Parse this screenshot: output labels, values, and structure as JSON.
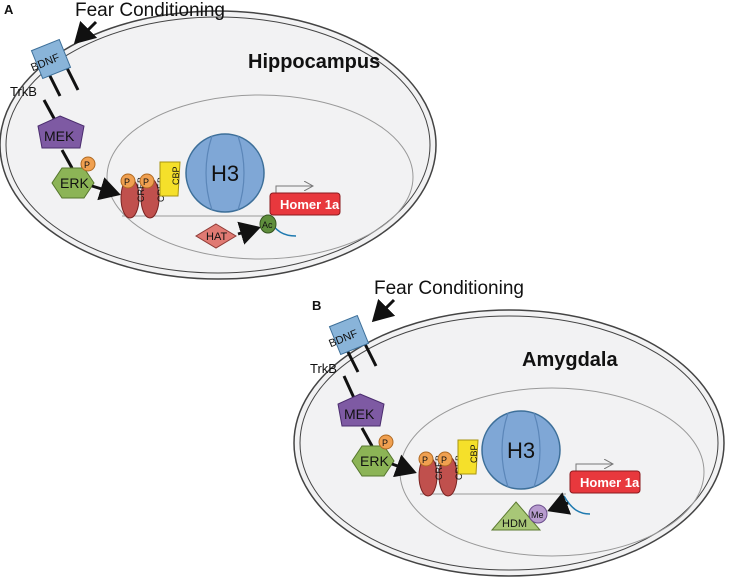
{
  "colors": {
    "cell_fill": "#f2f2f3",
    "membrane": "#444444",
    "nucleus_line": "#999999",
    "bdnf": "#89b4d9",
    "mek": "#7e5aa3",
    "erk": "#8cb456",
    "phospho": "#f0a050",
    "creb": "#c0504d",
    "cbp": "#f5e02a",
    "histone": "#7fa7d6",
    "homer": "#e8383d",
    "hat": "#e07a73",
    "acetyl": "#5f8e3c",
    "hdm": "#a8c777",
    "methyl": "#b89ccf",
    "dna": "#1f7ab0"
  },
  "panels": [
    {
      "panel_label": "A",
      "stimulus": "Fear Conditioning",
      "region": "Hippocampus",
      "receptor_ligand": "BDNF",
      "receptor": "TrkB",
      "kinase_1": "MEK",
      "kinase_2": "ERK",
      "phospho": "P",
      "transcription_factor": "CREB",
      "coactivator": "CBP",
      "histone": "H3",
      "gene": "Homer 1a",
      "enzyme": "HAT",
      "mark": "Ac",
      "enzyme_icon": "diamond-shape",
      "mark_icon": "ellipse-shape"
    },
    {
      "panel_label": "B",
      "stimulus": "Fear Conditioning",
      "region": "Amygdala",
      "receptor_ligand": "BDNF",
      "receptor": "TrkB",
      "kinase_1": "MEK",
      "kinase_2": "ERK",
      "phospho": "P",
      "transcription_factor": "CREB",
      "coactivator": "CBP",
      "histone": "H3",
      "gene": "Homer 1a",
      "enzyme": "HDM",
      "mark": "Me",
      "enzyme_icon": "triangle-shape",
      "mark_icon": "circle-shape"
    }
  ]
}
